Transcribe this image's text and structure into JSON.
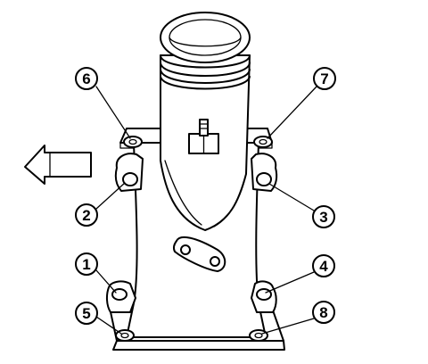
{
  "callouts": [
    {
      "id": "c1",
      "label": "1"
    },
    {
      "id": "c2",
      "label": "2"
    },
    {
      "id": "c3",
      "label": "3"
    },
    {
      "id": "c4",
      "label": "4"
    },
    {
      "id": "c5",
      "label": "5"
    },
    {
      "id": "c6",
      "label": "6"
    },
    {
      "id": "c7",
      "label": "7"
    },
    {
      "id": "c8",
      "label": "8"
    }
  ],
  "direction_arrow": {
    "icon": "left-arrow-icon",
    "points": "left"
  }
}
